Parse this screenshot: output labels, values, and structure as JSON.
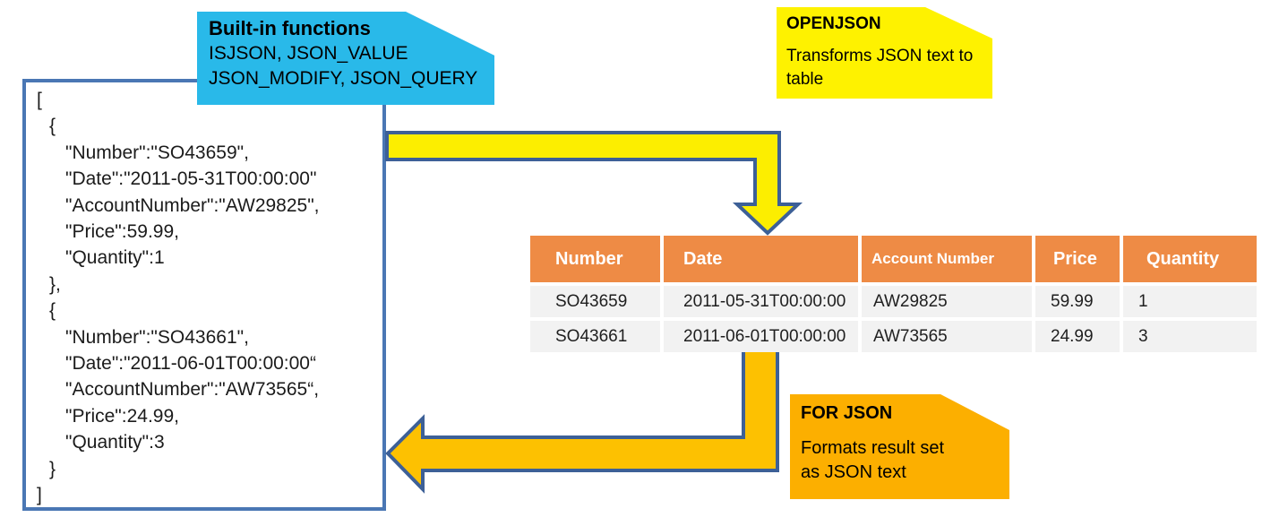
{
  "json_box": {
    "lines": [
      {
        "i": 0,
        "t": "["
      },
      {
        "i": 1,
        "t": "{"
      },
      {
        "i": 2,
        "t": "\"Number\":\"SO43659\","
      },
      {
        "i": 2,
        "t": "\"Date\":\"2011-05-31T00:00:00\""
      },
      {
        "i": 2,
        "t": "\"AccountNumber\":\"AW29825\","
      },
      {
        "i": 2,
        "t": "\"Price\":59.99,"
      },
      {
        "i": 2,
        "t": "\"Quantity\":1"
      },
      {
        "i": 1,
        "t": "},"
      },
      {
        "i": 1,
        "t": "{"
      },
      {
        "i": 2,
        "t": "\"Number\":\"SO43661\","
      },
      {
        "i": 2,
        "t": "\"Date\":\"2011-06-01T00:00:00“"
      },
      {
        "i": 2,
        "t": "\"AccountNumber\":\"AW73565“,"
      },
      {
        "i": 2,
        "t": "\"Price\":24.99,"
      },
      {
        "i": 2,
        "t": "\"Quantity\":3"
      },
      {
        "i": 1,
        "t": "}"
      },
      {
        "i": 0,
        "t": "]"
      }
    ]
  },
  "callouts": {
    "builtin": {
      "title": "Built-in functions",
      "lines": [
        "ISJSON, JSON_VALUE",
        "JSON_MODIFY, JSON_QUERY"
      ],
      "color": "#29B9E9"
    },
    "openjson": {
      "title": "OPENJSON",
      "lines": [
        "Transforms JSON text to",
        "table"
      ],
      "color": "#FEF200"
    },
    "forjson": {
      "title": "FOR JSON",
      "lines": [
        "Formats result set",
        "as JSON text"
      ],
      "color": "#FCAF00"
    }
  },
  "table": {
    "columns": [
      "Number",
      "Date",
      "Account Number",
      "Price",
      "Quantity"
    ],
    "rows": [
      [
        "SO43659",
        "2011-05-31T00:00:00",
        "AW29825",
        "59.99",
        "1"
      ],
      [
        "SO43661",
        "2011-06-01T00:00:00",
        "AW73565",
        "24.99",
        "3"
      ]
    ],
    "header_color": "#EE8B45",
    "row_color": "#F2F2F2"
  },
  "arrows": {
    "json_to_table": {
      "fill": "#FCEE00",
      "stroke": "#3D6097"
    },
    "table_to_json": {
      "fill": "#FDC101",
      "stroke": "#3D6097"
    }
  },
  "box_border_color": "#4A77B4"
}
